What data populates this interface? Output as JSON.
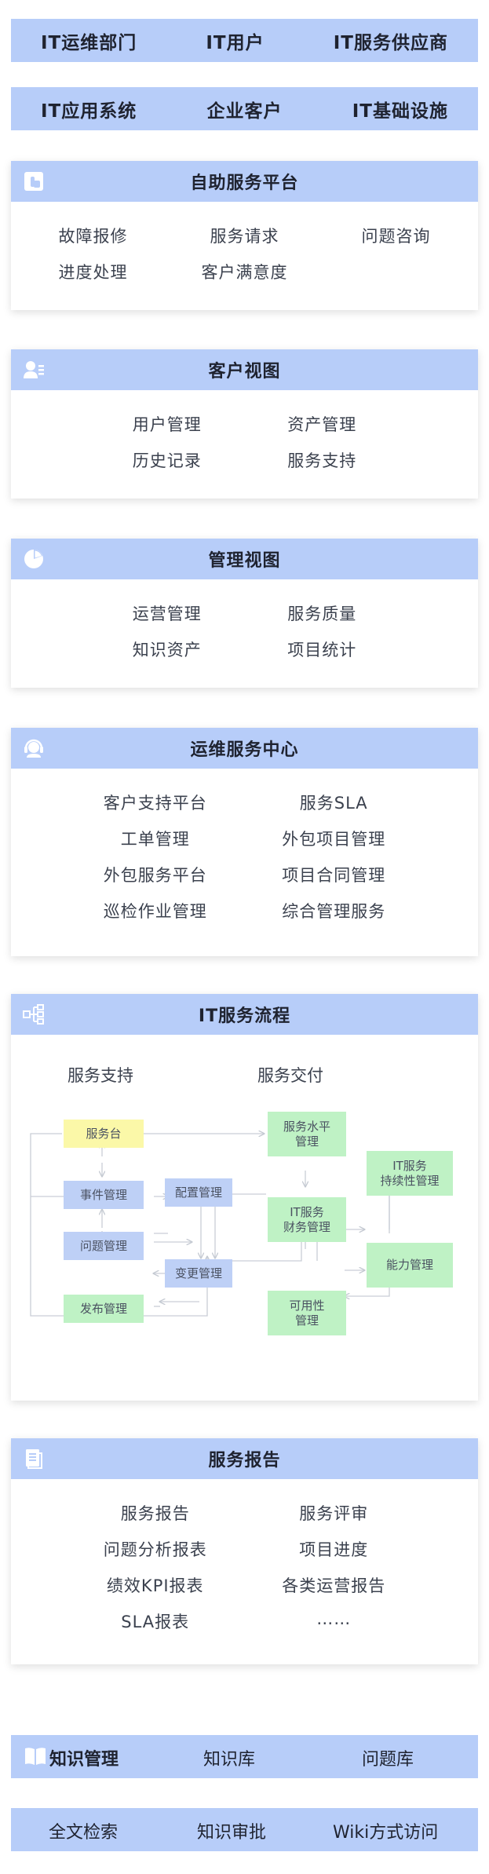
{
  "top_rows": [
    [
      "IT运维部门",
      "IT用户",
      "IT服务供应商"
    ],
    [
      "IT应用系统",
      "企业客户",
      "IT基础设施"
    ]
  ],
  "self_service": {
    "title": "自助服务平台",
    "icon": "touch-icon",
    "items": [
      "故障报修",
      "服务请求",
      "问题咨询",
      "进度处理",
      "客户满意度"
    ]
  },
  "customer_view": {
    "title": "客户视图",
    "icon": "users-icon",
    "items": [
      "用户管理",
      "资产管理",
      "历史记录",
      "服务支持"
    ]
  },
  "manage_view": {
    "title": "管理视图",
    "icon": "pie-chart-icon",
    "items": [
      "运营管理",
      "服务质量",
      "知识资产",
      "项目统计"
    ]
  },
  "ops_center": {
    "title": "运维服务中心",
    "icon": "headset-icon",
    "items": [
      "客户支持平台",
      "服务SLA",
      "工单管理",
      "外包项目管理",
      "外包服务平台",
      "项目合同管理",
      "巡检作业管理",
      "综合管理服务"
    ]
  },
  "it_flow": {
    "title": "IT服务流程",
    "icon": "flow-icon",
    "col_support": "服务支持",
    "col_delivery": "服务交付",
    "nodes": {
      "service_desk": "服务台",
      "incident": "事件管理",
      "config": "配置管理",
      "problem": "问题管理",
      "change": "变更管理",
      "release": "发布管理",
      "sla": "服务水平\n管理",
      "finance": "IT服务\n财务管理",
      "availability": "可用性\n管理",
      "continuity": "IT服务\n持续性管理",
      "capacity": "能力管理"
    }
  },
  "service_report": {
    "title": "服务报告",
    "icon": "document-icon",
    "items": [
      "服务报告",
      "服务评审",
      "问题分析报表",
      "项目进度",
      "绩效KPI报表",
      "各类运营报告",
      "SLA报表",
      "……"
    ]
  },
  "knowledge": {
    "label": "知识管理",
    "icon": "book-icon",
    "row1": [
      "知识库",
      "问题库"
    ],
    "row2": [
      "全文检索",
      "知识审批",
      "Wiki方式访问"
    ]
  },
  "colors": {
    "header_blue": "#b7cdf9",
    "node_yellow": "#fbf8a8",
    "node_blue": "#bed0f6",
    "node_green": "#bff2c5"
  }
}
